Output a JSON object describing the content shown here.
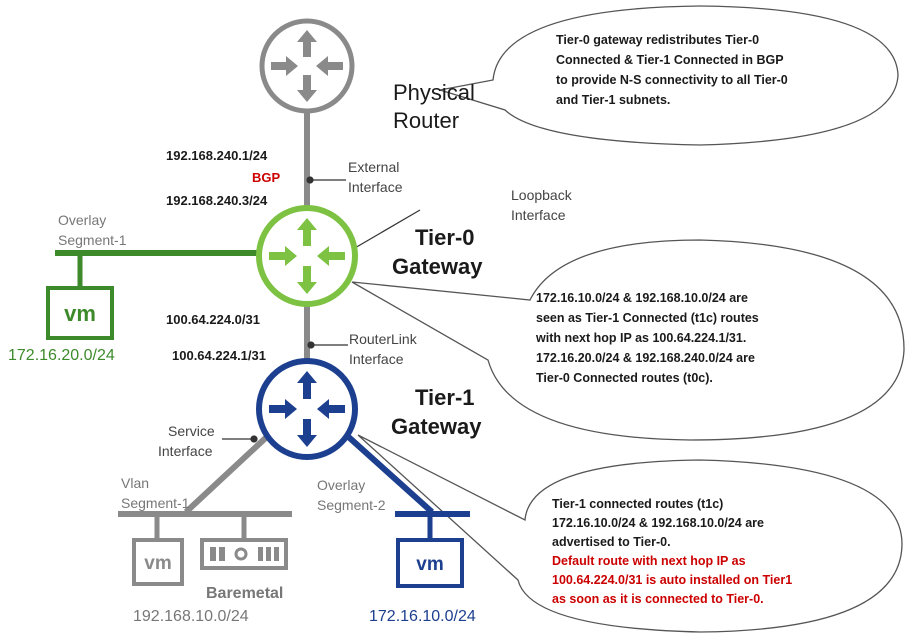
{
  "colors": {
    "gray": "#8a8a8a",
    "green": "#4aa52e",
    "light_green": "#7dc242",
    "darkgreen": "#3d8a2b",
    "blue": "#1d3f8f",
    "red": "#cc0000",
    "text": "#1a1a1a"
  },
  "labels": {
    "physical_router": [
      "Physical",
      "Router"
    ],
    "tier0_gateway": [
      "Tier-0",
      "Gateway"
    ],
    "tier1_gateway": [
      "Tier-1",
      "Gateway"
    ],
    "ip_240_1": "192.168.240.1/24",
    "bgp": "BGP",
    "ip_240_3": "192.168.240.3/24",
    "external_interface": [
      "External",
      "Interface"
    ],
    "loopback_interface": [
      "Loopback",
      "Interface"
    ],
    "overlay_segment_1": [
      "Overlay",
      "Segment-1"
    ],
    "subnet_172_16_20": "172.16.20.0/24",
    "ip_100_64_224_0": "100.64.224.0/31",
    "ip_100_64_224_1": "100.64.224.1/31",
    "routerlink_interface": [
      "RouterLink",
      "Interface"
    ],
    "service_interface": [
      "Service",
      "Interface"
    ],
    "vlan_segment_1": [
      "Vlan",
      "Segment-1"
    ],
    "overlay_segment_2": [
      "Overlay",
      "Segment-2"
    ],
    "vm": "vm",
    "baremetal": "Baremetal",
    "subnet_192_168_10": "192.168.10.0/24",
    "subnet_172_16_10": "172.16.10.0/24"
  },
  "callouts": {
    "top": [
      "Tier-0 gateway redistributes Tier-0",
      "Connected & Tier-1 Connected  in BGP",
      "to provide N-S  connectivity to all Tier-0",
      "and Tier-1 subnets."
    ],
    "middle": [
      "172.16.10.0/24 & 192.168.10.0/24 are",
      "seen as Tier-1 Connected (t1c) routes",
      "with next hop IP as 100.64.224.1/31.",
      "172.16.20.0/24 & 192.168.240.0/24 are",
      "Tier-0 Connected routes (t0c)."
    ],
    "bottom_black": [
      "Tier-1 connected routes (t1c)",
      "172.16.10.0/24 & 192.168.10.0/24 are",
      "advertised to Tier-0."
    ],
    "bottom_red": [
      "Default route with next hop IP as",
      "100.64.224.0/31 is auto installed on Tier1",
      "as soon as it is connected to Tier-0."
    ]
  },
  "icons": [
    "router-icon",
    "tier0-router-icon",
    "tier1-router-icon",
    "vm-icon",
    "baremetal-icon"
  ]
}
